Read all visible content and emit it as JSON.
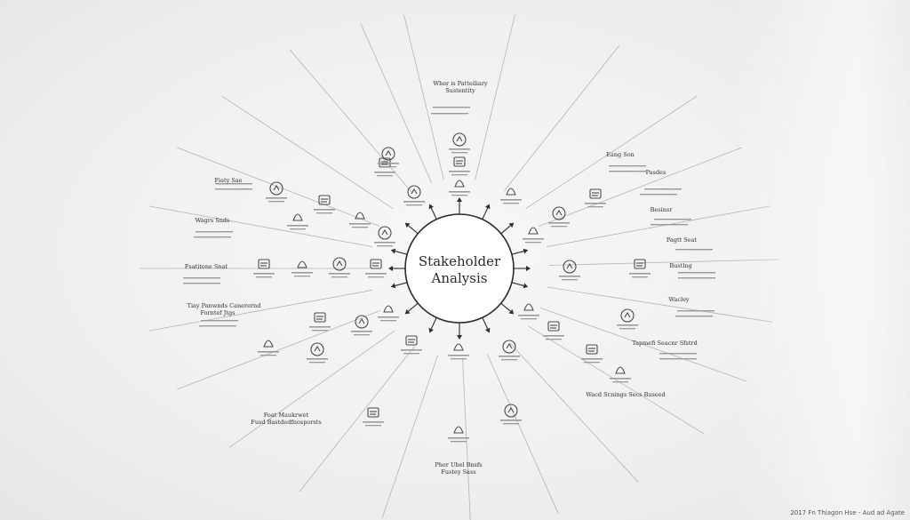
{
  "diagram": {
    "center_title_line1": "Stakeholder",
    "center_title_line2": "Analysis"
  },
  "branch_labels": [
    "Wher is Patteiliary",
    "Sustentity",
    "Eang Son",
    "Pasdes",
    "Besinsr",
    "Pagtt Seat",
    "Bustlng",
    "Wacley",
    "Tapmefi Seacnr Sfstrd",
    "Wacd Scnings Secs Buseed",
    "Pher Ubel Bnsfs",
    "Fustey Sass",
    "Foat Maukrwet",
    "Fusd Bastdedfnosporsts",
    "Tiay Panwnds Canerernd",
    "Forntef Jtgs",
    "Fsatitone Snat",
    "Wagrs Snds",
    "Fiaty Sae"
  ],
  "footer": {
    "caption": "2017 Fn Thiagon Hse - Aud ad Agate"
  }
}
